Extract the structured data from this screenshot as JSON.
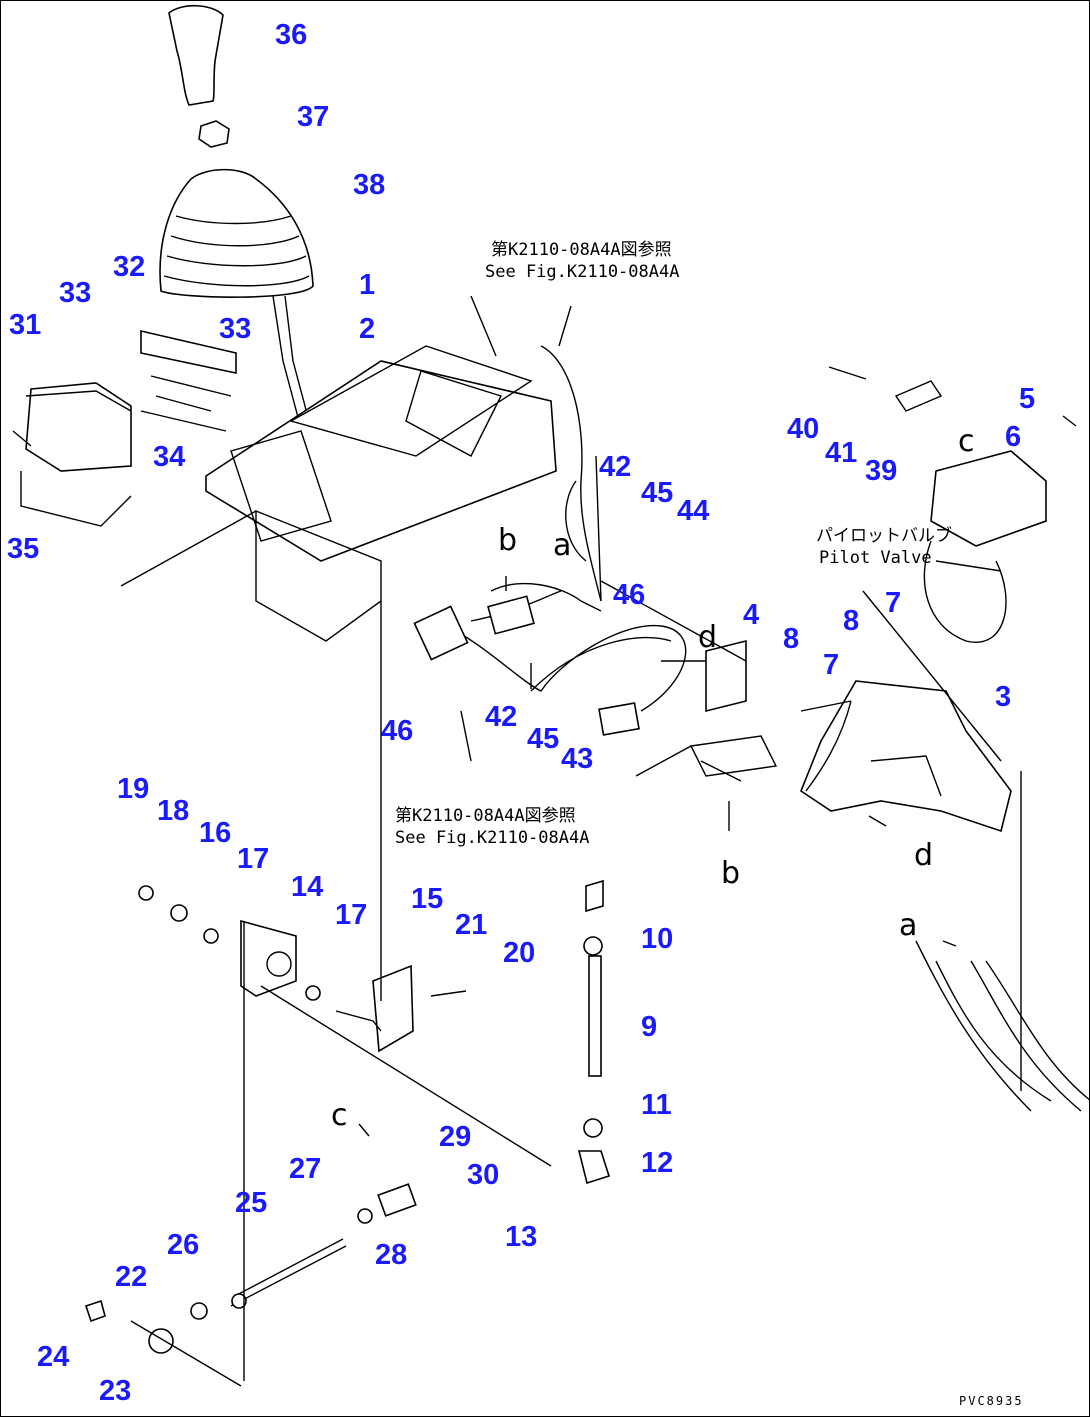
{
  "references": {
    "top_jp": "第K2110-08A4A図参照",
    "top_en": "See Fig.K2110-08A4A",
    "mid_jp": "第K2110-08A4A図参照",
    "mid_en": "See Fig.K2110-08A4A"
  },
  "pilot_valve": {
    "jp": "パイロットバルブ",
    "en": "Pilot Valve"
  },
  "connector_letters": {
    "a1": "a",
    "a2": "a",
    "b1": "b",
    "b2": "b",
    "c1": "c",
    "c2": "c",
    "d1": "d",
    "d2": "d"
  },
  "figure_code": "PVC8935",
  "callouts": {
    "n1": "1",
    "n2": "2",
    "n3": "3",
    "n4": "4",
    "n5": "5",
    "n6": "6",
    "n7a": "7",
    "n7b": "7",
    "n8a": "8",
    "n8b": "8",
    "n9": "9",
    "n10": "10",
    "n11": "11",
    "n12": "12",
    "n13": "13",
    "n14": "14",
    "n15": "15",
    "n16": "16",
    "n17a": "17",
    "n17b": "17",
    "n18": "18",
    "n19": "19",
    "n20": "20",
    "n21": "21",
    "n22": "22",
    "n23": "23",
    "n24": "24",
    "n25": "25",
    "n26": "26",
    "n27": "27",
    "n28": "28",
    "n29": "29",
    "n30": "30",
    "n31": "31",
    "n32": "32",
    "n33a": "33",
    "n33b": "33",
    "n34": "34",
    "n35": "35",
    "n36": "36",
    "n37": "37",
    "n38": "38",
    "n39": "39",
    "n40": "40",
    "n41": "41",
    "n42a": "42",
    "n42b": "42",
    "n43": "43",
    "n44": "44",
    "n45a": "45",
    "n45b": "45",
    "n46a": "46",
    "n46b": "46"
  }
}
